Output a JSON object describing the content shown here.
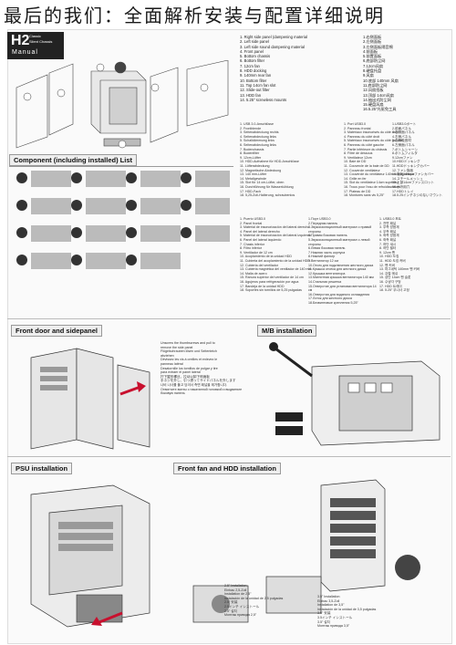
{
  "page_title": "最后的我们：全面解析安装与配置详细说明",
  "logo": {
    "model": "H2",
    "series": "Classic",
    "variant": "Silent Chassis",
    "word": "Manual"
  },
  "component_title": "Component (including installed) List",
  "parts_en": [
    "1. Right side panel (dampening  material",
    "2. Left side panel",
    "3. Left side sound dampening material",
    "4. Front panel",
    "5. Bottom chassis",
    "6. Bottom filter",
    "7. 12cm fan",
    "8. HDD docking",
    "9. 140mm rear fan",
    "10. Bottom filter",
    "11. Top 14cm fan slot",
    "12. Slide-out filter",
    "13. HDD fan",
    "14. 5.25\" screwless mounts"
  ],
  "parts_cn": [
    "1.右侧面板",
    "2.左侧面板",
    "3.左侧面板隔音棉",
    "4.前面板",
    "5.前置面板",
    "6.底部防尘网",
    "7.12cm风扇",
    "8.硬盘托盘",
    "9.风扇",
    "10.底部 140mm 风扇",
    "11.底部防尘网",
    "12.风扇挡板",
    "13.顶部 14cm风扇",
    "14.抽出式防尘网",
    "15.硬盘风扇",
    "16.5.25\"光驱免工具"
  ],
  "parts_de": [
    "1. USB 3.0-Anschlüsse",
    "2. Frontblende",
    "3. Seitenabdeckung rechts",
    "4. Seitenabdeckung links",
    "5. Schalldämmung links",
    "6. Seitenabdeckung links",
    "7. Bodenchassis",
    "8. Bodenfilter",
    "9. 12cm-Lüfter",
    "10. HDD-Aufnahme für HDD-Anschlüsse",
    "11. Lüfterabdeckung",
    "12. Magnetische Abdeckung",
    "13. 140 mm-Lüfter",
    "14. Metallgewinde",
    "15. Slot für 14 cm-Lüfter, oben",
    "16. Durchführung für Wasserkühlung",
    "17. HDD-Fach",
    "18. 5,25-Zoll-Halterung, schraubenlos"
  ],
  "parts_fr": [
    "1. Port USB3.0",
    "2. Panneau frontal",
    "3. Matériaux insonorisés du côté droit",
    "4. Panneau du côté droit",
    "5. Matériaux insonorisés du côté gauche",
    "6. Panneau du côté gauche",
    "7. Partie inférieure du châssis",
    "8. Filtre de dessous",
    "9. Ventilateur 12cm",
    "10. Baie de DD",
    "11. Couvercle de la baie de DD",
    "12. Couvercle ventilateur",
    "13. Couvercle du ventilateur 140mm magnétique",
    "14. Grille en fer",
    "15. Slot du ventilateur 14cm supérieur",
    "16. Trous pour l'eau de refroidissement",
    "17. Plateau de DD",
    "18. Montures sans vis 5,25\""
  ],
  "parts_jp": [
    "1.USB3.0ポート",
    "2.前面パネル",
    "3.右側面パネル",
    "4.右側パネル",
    "5.左側吸音材",
    "6.左側面パネル",
    "7.ボトムシャーシ",
    "8.ボトムフィルタ",
    "9.12cmファン",
    "10.HDDドッキング",
    "11.HDDドッキングカバー",
    "12.ファン背面",
    "13.磁気140mmファンカバー",
    "14.スチールメッシュ",
    "15.上部14cmファンスロット",
    "16.水冷用穴",
    "17.HDDトレイ",
    "18.5.25インチネジのないマウント"
  ],
  "parts_es": [
    "1. Puerto USB3.0",
    "2. Panel frontal",
    "3. Material de insonorización del lateral derecho",
    "4. Panel del lateral derecho",
    "5. Material de insonorización del lateral izquierdo",
    "6. Panel del lateral izquierdo",
    "7. Chasis inferior",
    "8. Filtro inferior",
    "9. Ventilador de 12 cm",
    "10. Acoplamiento de la unidad HDD",
    "11. Cubierta del acoplamiento de la unidad HDD",
    "12. Cubierta del ventilador",
    "13. Cubierta magnética del ventilador de 140 mm",
    "14. Malla de acero",
    "15. Ranura superior del ventilador de 14 cm",
    "16. Agujeros para refrigeración por agua",
    "17. Bandeja de la unidad HDD",
    "18. Soportes sin tornillos de 5,25 pulgadas"
  ],
  "parts_ru": [
    "1.Порт USB3.0",
    "2.Передняя панель",
    "3.Звукоизоляционный материал с правой стороны",
    "4.Правая боковая панель",
    "5.Звукоизоляционный материал с левой стороны",
    "6.Левая боковая панель",
    "7.Нижняя часть корпуса",
    "8.Нижний фильтр",
    "9.Вентилятор 12 см",
    "10.Отсек для подключения жесткого диска",
    "11.Крышка отсека для жесткого диска",
    "12.Крышка вентилятора",
    "13.Магнитная крышка вентилятора 140 мм",
    "14.Стальная решетка",
    "15.Отверстие для установки вентилятора 14 см",
    "16.Отверстия для водяного охлаждения",
    "17.Лоток для жесткого диска",
    "18.Безвинтовые крепления 5,25\""
  ],
  "parts_kr": [
    "1. USB3.0 포트",
    "2. 전면 패널",
    "3. 우측 방음재",
    "4. 우측 패널",
    "5. 좌측 방음재",
    "6. 좌측 패널",
    "7. 하단 섀시",
    "8. 하단 필터",
    "9. 12cm 팬",
    "10. HDD 도킹",
    "11. HDD 도킹 커버",
    "12. 팬 커버",
    "13. 마그네틱 140mm 팬 커버",
    "14. 강철 메쉬",
    "15. 상단 14cm 팬 슬롯",
    "16. 수냉각 구멍",
    "17. HDD 트레이",
    "18. 5.25\" 무나사 고정"
  ],
  "sections": {
    "front_door": "Front door and sidepanel",
    "mb": "M/B installation",
    "psu": "PSU installation",
    "front_fan": "Front fan and HDD installation"
  },
  "front_door_text": [
    "Unscrew the thumbscrews and pull to",
    "remove the side panel",
    "Flügelschrauben lösen und Seitenteich",
    "abziehen",
    "Dévissez les vis à oreilles et enlevez le",
    "panneau latéral",
    "Desatornille los tornillos de pulgar y tire",
    "para extraer el panel lateral",
    "拧下翼形螺丝，拉动以卸下侧面板",
    "手ネジを外し、引っ張ってサイドパネルを外します",
    "나비 나사를 풀고 당겨서 측면 패널을 제거합니다.",
    "Отвинтите винты с накатанной головкой и выдвиньте боковую панель"
  ],
  "hdd_text": [
    "3.5\" Installation",
    "Einbau 3,5-Zoll",
    "Installation de 3,5\"",
    "Instalación de la unidad de 3,5 pulgadas",
    "3.5\" 安装",
    "3.5インチ インストール",
    "3.5\" 설치",
    "Монтаж привода 3,5\""
  ],
  "hdd_text2": [
    "2.5\" Installation",
    "Einbau 2,5-Zoll",
    "Installation de 2,5\"",
    "Instalación de la unidad de 2,5 pulgadas",
    "2.5\" 安装",
    "2.5インチ インストール",
    "2.5\" 설치",
    "Монтаж привода 2,5\""
  ]
}
